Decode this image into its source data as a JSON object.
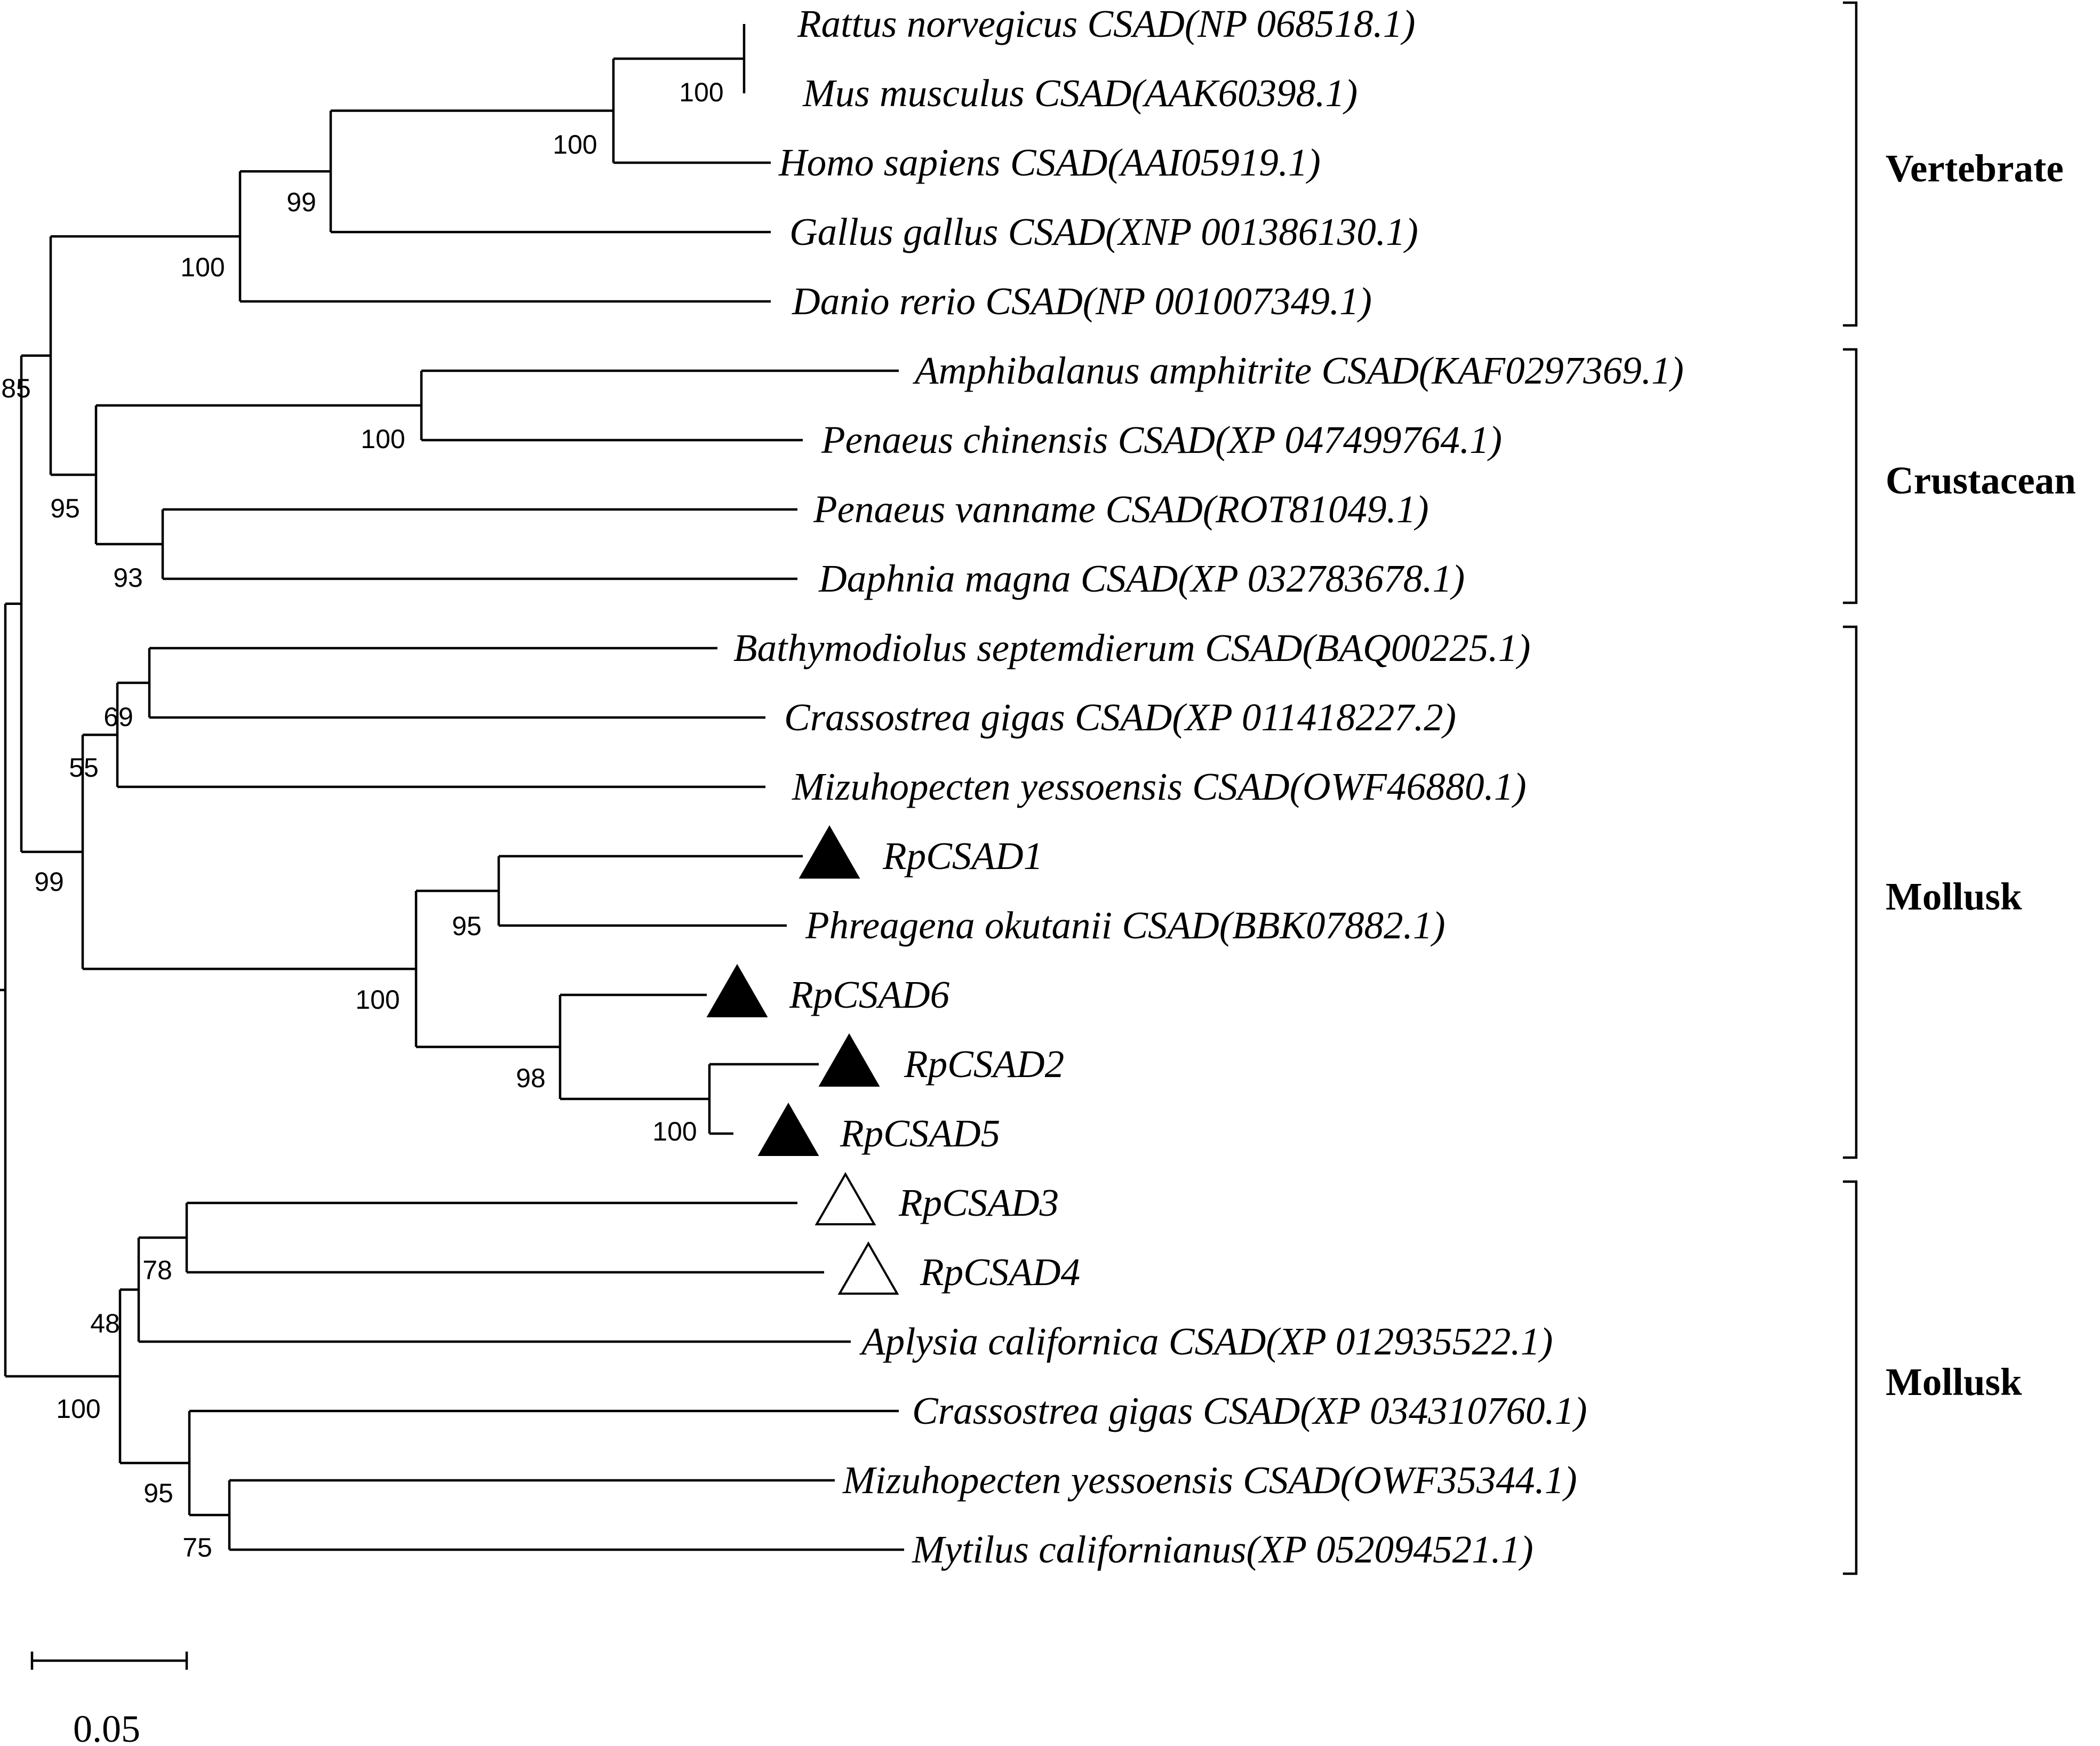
{
  "leaves": [
    {
      "id": "l1",
      "label": "Rattus norvegicus CSAD(NP 068518.1)"
    },
    {
      "id": "l2",
      "label": "Mus musculus CSAD(AAK60398.1)"
    },
    {
      "id": "l3",
      "label": "Homo sapiens CSAD(AAI05919.1)"
    },
    {
      "id": "l4",
      "label": "Gallus gallus CSAD(XNP 001386130.1)"
    },
    {
      "id": "l5",
      "label": "Danio rerio CSAD(NP 001007349.1)"
    },
    {
      "id": "l6",
      "label": "Amphibalanus amphitrite CSAD(KAF0297369.1)"
    },
    {
      "id": "l7",
      "label": "Penaeus chinensis CSAD(XP 047499764.1)"
    },
    {
      "id": "l8",
      "label": "Penaeus vanname CSAD(ROT81049.1)"
    },
    {
      "id": "l9",
      "label": "Daphnia magna CSAD(XP 032783678.1)"
    },
    {
      "id": "l10",
      "label": "Bathymodiolus septemdierum CSAD(BAQ00225.1)"
    },
    {
      "id": "l11",
      "label": "Crassostrea gigas CSAD(XP 011418227.2)"
    },
    {
      "id": "l12",
      "label": "Mizuhopecten yessoensis CSAD(OWF46880.1)"
    },
    {
      "id": "l13",
      "label": "RpCSAD1",
      "marker": "filled-triangle"
    },
    {
      "id": "l14",
      "label": "Phreagena okutanii CSAD(BBK07882.1)"
    },
    {
      "id": "l15",
      "label": "RpCSAD6",
      "marker": "filled-triangle"
    },
    {
      "id": "l16",
      "label": "RpCSAD2",
      "marker": "filled-triangle"
    },
    {
      "id": "l17",
      "label": "RpCSAD5",
      "marker": "filled-triangle"
    },
    {
      "id": "l18",
      "label": "RpCSAD3",
      "marker": "open-triangle"
    },
    {
      "id": "l19",
      "label": "RpCSAD4",
      "marker": "open-triangle"
    },
    {
      "id": "l20",
      "label": "Aplysia californica CSAD(XP 012935522.1)"
    },
    {
      "id": "l21",
      "label": "Crassostrea gigas CSAD(XP 034310760.1)"
    },
    {
      "id": "l22",
      "label": "Mizuhopecten yessoensis CSAD(OWF35344.1)"
    },
    {
      "id": "l23",
      "label": "Mytilus californianus(XP 052094521.1)"
    }
  ],
  "bootstrap_values": [
    "100",
    "100",
    "99",
    "100",
    "85",
    "100",
    "95",
    "93",
    "69",
    "55",
    "99",
    "95",
    "100",
    "98",
    "100",
    "78",
    "48",
    "100",
    "95",
    "75"
  ],
  "groups": [
    {
      "label": "Vertebrate"
    },
    {
      "label": "Crustacean"
    },
    {
      "label": "Mollusk"
    },
    {
      "label": "Mollusk"
    }
  ],
  "scale_bar": {
    "label": "0.05"
  }
}
